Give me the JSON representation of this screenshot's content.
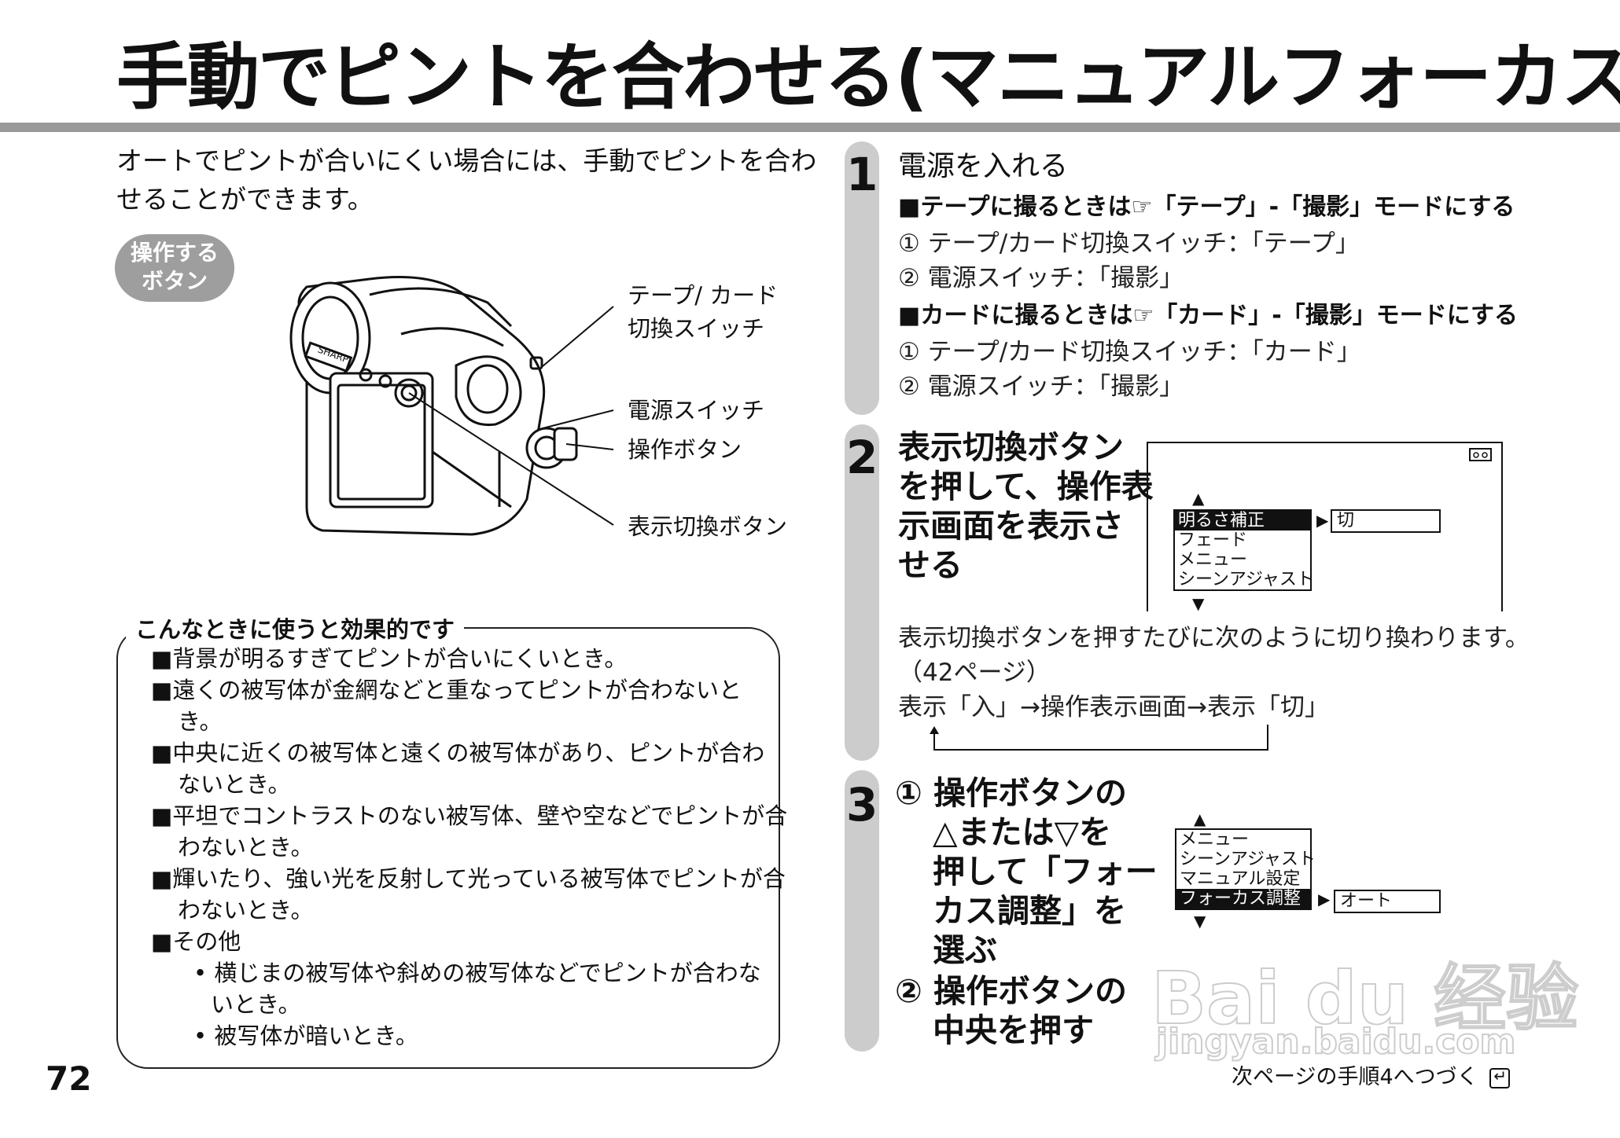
{
  "title": "手動でピントを合わせる(マニュアルフォーカス)",
  "intro": {
    "line1": "オートでピントが合いにくい場合には、手動でピントを合わ",
    "line2": "せることができます。"
  },
  "badge": {
    "line1": "操作する",
    "line2": "ボタン"
  },
  "camera": {
    "brand": "SHARP",
    "callouts": {
      "tape_card_1": "テープ/ カード",
      "tape_card_2": "切換スイッチ",
      "power": "電源スイッチ",
      "operation": "操作ボタン",
      "display": "表示切換ボタン"
    }
  },
  "tips": {
    "title": "こんなときに使うと効果的です",
    "t1": "■背景が明るすぎてピントが合いにくいとき。",
    "t2a": "■遠くの被写体が金網などと重なってピントが合わないと",
    "t2b": "き。",
    "t3a": "■中央に近くの被写体と遠くの被写体があり、ピントが合わ",
    "t3b": "ないとき。",
    "t4a": "■平坦でコントラストのない被写体、壁や空などでピントが合",
    "t4b": "わないとき。",
    "t5a": "■輝いたり、強い光を反射して光っている被写体でピントが合",
    "t5b": "わないとき。",
    "t6": "■その他",
    "t6_1a": "• 横じまの被写体や斜めの被写体などでピントが合わな",
    "t6_1b": "いとき。",
    "t6_2": "• 被写体が暗いとき。"
  },
  "page_number": "72",
  "step1": {
    "num": "1",
    "heading": "電源を入れる",
    "tape_heading": "■テープに撮るときは☞「テープ」-「撮影」モードにする",
    "tape_1": "① テープ/カード切換スイッチ：「テープ」",
    "tape_2": "② 電源スイッチ：「撮影」",
    "card_heading": "■カードに撮るときは☞「カード」-「撮影」モードにする",
    "card_1": "① テープ/カード切換スイッチ：「カード」",
    "card_2": "② 電源スイッチ：「撮影」"
  },
  "step2": {
    "num": "2",
    "l1": "表示切換ボタン",
    "l2": "を押して、操作表",
    "l3": "示画面を表示さ",
    "l4": "せる",
    "screen": {
      "menu": [
        "明るさ補正",
        "フェード",
        "メニュー",
        "シーンアジャスト"
      ],
      "value": "切"
    },
    "note": "表示切換ボタンを押すたびに次のように切り換わります。",
    "page_ref": "（42ページ）",
    "cycle": "表示「入」→操作表示画面→表示「切」"
  },
  "step3": {
    "num": "3",
    "a1": "① 操作ボタンの",
    "a2": "△または▽を",
    "a3": "押して「フォー",
    "a4": "カス調整」を",
    "a5": "選ぶ",
    "b1": "② 操作ボタンの",
    "b2": "中央を押す",
    "screen": {
      "menu": [
        "メニュー",
        "シーンアジャスト",
        "マニュアル設定",
        "フォーカス調整"
      ],
      "value": "オート"
    }
  },
  "next_page": "次ページの手順4へつづく",
  "watermark": {
    "brand": "Bai du 经验",
    "url": "jingyan.baidu.com"
  }
}
